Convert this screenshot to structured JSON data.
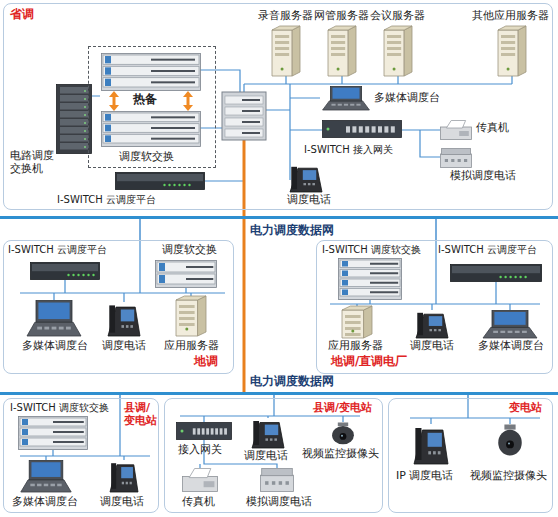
{
  "diagram": {
    "nodes": [
      {
        "text": [
          "省调"
        ]
      },
      {
        "text": [
          "录音服务器"
        ],
        "in": 0
      },
      {
        "text": [
          "网管服务器"
        ],
        "in": 0
      },
      {
        "text": [
          "会议服务器"
        ],
        "in": 0
      },
      {
        "text": [
          "其他应用服务器"
        ],
        "in": 0
      },
      {
        "text": [
          "电路调度交换机"
        ],
        "in": 0
      },
      {
        "text": [
          "热备",
          "调度软交换"
        ],
        "in": 0
      },
      {
        "text": [
          "多媒体调度台"
        ],
        "in": 0
      },
      {
        "text": [
          "I-SWITCH 接入网关"
        ],
        "in": 0
      },
      {
        "text": [
          "传真机"
        ],
        "in": 0
      },
      {
        "text": [
          "模拟调度电话"
        ],
        "in": 0
      },
      {
        "text": [
          "I-SWITCH 云调度平台"
        ],
        "in": 0
      },
      {
        "text": [
          "调度电话"
        ],
        "in": 0
      },
      {
        "text": [
          "电力调度数据网"
        ]
      },
      {
        "text": [
          "地调"
        ]
      },
      {
        "text": [
          "I-SWITCH 云调度平台"
        ],
        "in": 14
      },
      {
        "text": [
          "调度软交换"
        ],
        "in": 14
      },
      {
        "text": [
          "多媒体调度台"
        ],
        "in": 14
      },
      {
        "text": [
          "调度电话"
        ],
        "in": 14
      },
      {
        "text": [
          "应用服务器"
        ],
        "in": 14
      },
      {
        "text": [
          "地调/直调电厂"
        ]
      },
      {
        "text": [
          "I-SWITCH 调度软交换"
        ],
        "in": 20
      },
      {
        "text": [
          "I-SWITCH 云调度平台"
        ],
        "in": 20
      },
      {
        "text": [
          "应用服务器"
        ],
        "in": 20
      },
      {
        "text": [
          "调度电话"
        ],
        "in": 20
      },
      {
        "text": [
          "多媒体调度台"
        ],
        "in": 20
      },
      {
        "text": [
          "电力调度数据网"
        ]
      },
      {
        "text": [
          "县调/变电站"
        ]
      },
      {
        "text": [
          "I-SWITCH 调度软交换"
        ],
        "in": 27
      },
      {
        "text": [
          "多媒体调度台"
        ],
        "in": 27
      },
      {
        "text": [
          "调度电话"
        ],
        "in": 27
      },
      {
        "text": [
          "县调/变电站"
        ]
      },
      {
        "text": [
          "接入网关"
        ],
        "in": 31
      },
      {
        "text": [
          "调度电话"
        ],
        "in": 31
      },
      {
        "text": [
          "视频监控摄像头"
        ],
        "in": 31
      },
      {
        "text": [
          "传真机"
        ],
        "in": 31
      },
      {
        "text": [
          "模拟调度电话"
        ],
        "in": 31
      },
      {
        "text": [
          "变电站"
        ]
      },
      {
        "text": [
          "IP 调度电话"
        ],
        "in": 37
      },
      {
        "text": [
          "视频监控摄像头"
        ],
        "in": 37
      }
    ],
    "edges": [
      {
        "from": 0,
        "to": 13,
        "arrow": "none"
      },
      {
        "from": 13,
        "to": 26,
        "arrow": "none"
      },
      {
        "from": 14,
        "to": 13,
        "arrow": "none"
      },
      {
        "from": 20,
        "to": 13,
        "arrow": "none"
      },
      {
        "from": 27,
        "to": 26,
        "arrow": "none"
      },
      {
        "from": 31,
        "to": 26,
        "arrow": "none"
      },
      {
        "from": 37,
        "to": 26,
        "arrow": "none"
      }
    ]
  }
}
